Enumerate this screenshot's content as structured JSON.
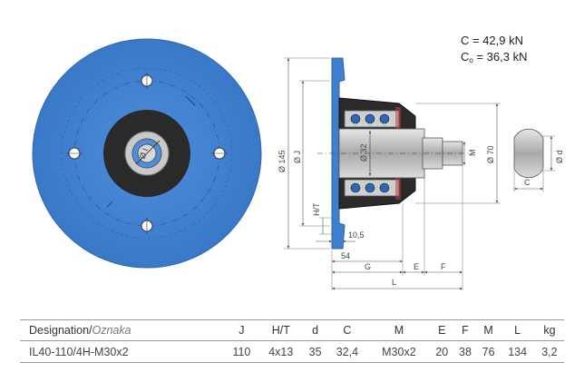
{
  "loads": {
    "c_text": "C = 42,9 kN",
    "c0_prefix": "C",
    "c0_sub": "o",
    "c0_value": " = 36,3 kN"
  },
  "drawing_labels": {
    "inner_dia": "Ø I",
    "flange_dia": "Ø 145",
    "bolt_circle": "Ø J",
    "bore": "Ø 32",
    "thread": "M",
    "outer_dia": "Ø 70",
    "hole": "H/T",
    "flange_thk": "10,5",
    "dist_54": "54",
    "G": "G",
    "E": "E",
    "F": "F",
    "L": "L",
    "shaft_dia": "Ø d",
    "shaft_flat": "C"
  },
  "colors": {
    "hub_blue": "#3f7fcf",
    "hub_dark": "#2f66b0",
    "bearing_dark": "#2a2a2a",
    "steel": "#b8b8b8"
  },
  "table": {
    "designation_label": "Designation/",
    "designation_alt": "Oznaka",
    "columns": [
      "J",
      "H/T",
      "d",
      "C",
      "M",
      "E",
      "F",
      "M",
      "L",
      "kg"
    ],
    "row": {
      "designation": "IL40-110/4H-M30x2",
      "values": [
        "110",
        "4x13",
        "35",
        "32,4",
        "M30x2",
        "20",
        "38",
        "76",
        "134",
        "3,2"
      ]
    }
  }
}
